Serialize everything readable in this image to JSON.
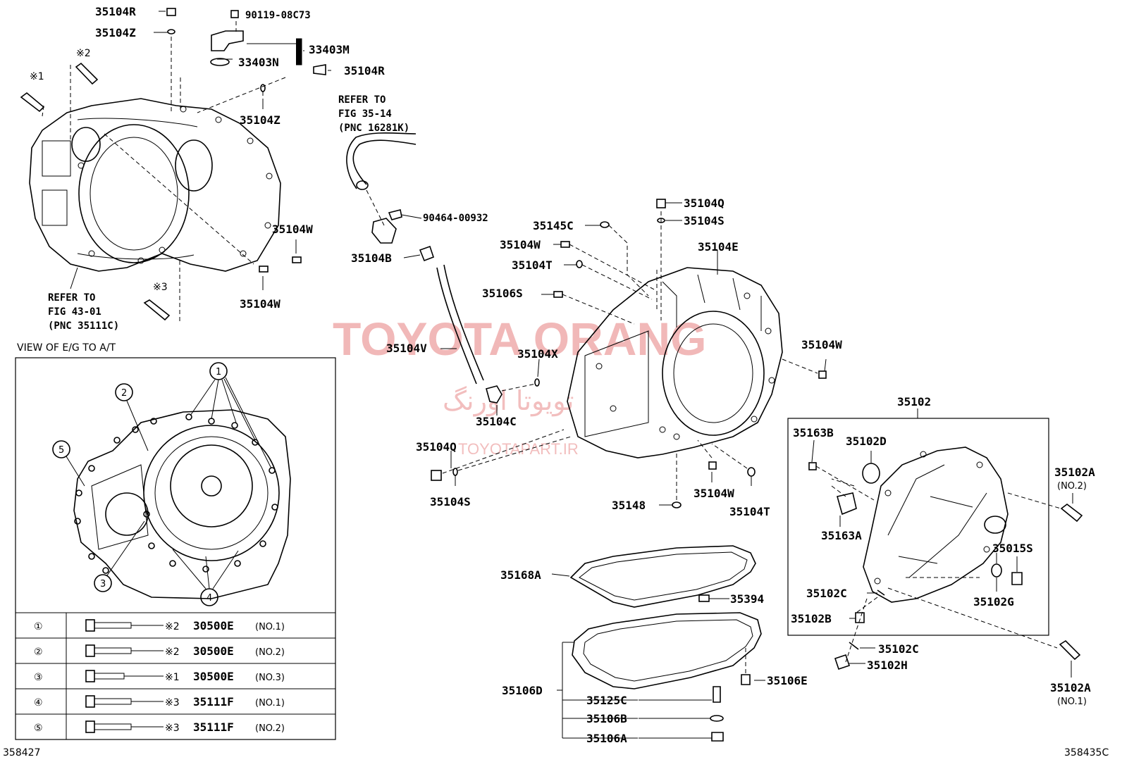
{
  "watermark": {
    "main": "TOYOTA ORANG",
    "persian": "تویوتا اورنگ",
    "site": "TOYOTAPART.IR"
  },
  "diagram_ids": {
    "left": "358427",
    "right": "358435C"
  },
  "view_title": "VIEW OF E/G TO A/T",
  "notes": {
    "n1": [
      "REFER TO",
      "FIG 43-01",
      "(PNC 35111C)"
    ],
    "n2": [
      "REFER TO",
      "FIG 35-14",
      "(PNC 16281K)"
    ]
  },
  "marks": {
    "m1": "※1",
    "m2": "※2",
    "m3": "※3"
  },
  "labels": {
    "p35104R_top": "35104R",
    "p35104Z_top": "35104Z",
    "p90119": "90119-08C73",
    "p33403M": "33403M",
    "p33403N": "33403N",
    "p35104R_mid": "35104R",
    "p35104Z_mid": "35104Z",
    "p35104W_a": "35104W",
    "p35104W_b": "35104W",
    "p90464": "90464-00932",
    "p35104B": "35104B",
    "p35104Q_top": "35104Q",
    "p35104S_top": "35104S",
    "p35145C": "35145C",
    "p35104W_c": "35104W",
    "p35104E": "35104E",
    "p35104T_a": "35104T",
    "p35106S": "35106S",
    "p35104V": "35104V",
    "p35104X": "35104X",
    "p35104W_d": "35104W",
    "p35104C": "35104C",
    "p35104Q_b": "35104Q",
    "p35104S_b": "35104S",
    "p35148": "35148",
    "p35104W_e": "35104W",
    "p35104T_b": "35104T",
    "p35102": "35102",
    "p35163B": "35163B",
    "p35102D": "35102D",
    "p35102A_top": "35102A",
    "p35102A_top_no": "(NO.2)",
    "p35163A": "35163A",
    "p35015S": "35015S",
    "p35102C_a": "35102C",
    "p35102G": "35102G",
    "p35102B": "35102B",
    "p35102C_b": "35102C",
    "p35102H": "35102H",
    "p35102A_bot": "35102A",
    "p35102A_bot_no": "(NO.1)",
    "p35168A": "35168A",
    "p35394": "35394",
    "p35106D": "35106D",
    "p35106E": "35106E",
    "p35125C": "35125C",
    "p35106B": "35106B",
    "p35106A": "35106A"
  },
  "callouts": [
    "1",
    "2",
    "3",
    "4",
    "5"
  ],
  "bolt_table": [
    {
      "num": "①",
      "mark": "※2",
      "part": "30500E",
      "no": "(NO.1)"
    },
    {
      "num": "②",
      "mark": "※2",
      "part": "30500E",
      "no": "(NO.2)"
    },
    {
      "num": "③",
      "mark": "※1",
      "part": "30500E",
      "no": "(NO.3)"
    },
    {
      "num": "④",
      "mark": "※3",
      "part": "35111F",
      "no": "(NO.1)"
    },
    {
      "num": "⑤",
      "mark": "※3",
      "part": "35111F",
      "no": "(NO.2)"
    }
  ]
}
